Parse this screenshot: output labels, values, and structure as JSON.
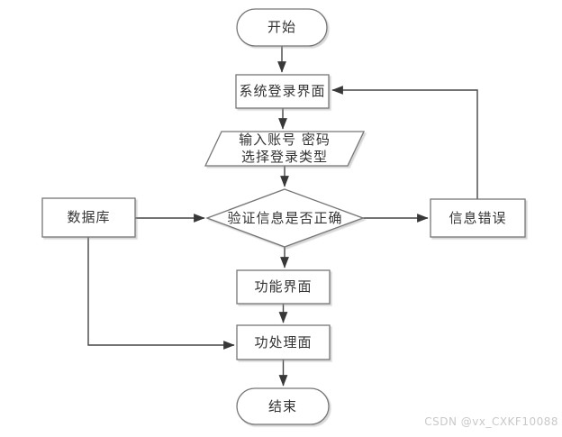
{
  "diagram": {
    "nodes": {
      "start": {
        "label": "开始",
        "shape": "terminator"
      },
      "login": {
        "label": "系统登录界面",
        "shape": "process"
      },
      "input": {
        "line1": "输入账号 密码",
        "line2": "选择登录类型",
        "shape": "input-output"
      },
      "verify": {
        "label": "验证信息是否正确",
        "shape": "decision"
      },
      "database": {
        "label": "数据库",
        "shape": "process"
      },
      "error": {
        "label": "信息错误",
        "shape": "process"
      },
      "function": {
        "label": "功能界面",
        "shape": "process"
      },
      "process": {
        "label": "功处理面",
        "shape": "process"
      },
      "end": {
        "label": "结束",
        "shape": "terminator"
      }
    },
    "edges": [
      {
        "from": "start",
        "to": "login"
      },
      {
        "from": "login",
        "to": "input"
      },
      {
        "from": "input",
        "to": "verify"
      },
      {
        "from": "database",
        "to": "verify"
      },
      {
        "from": "verify",
        "to": "error"
      },
      {
        "from": "error",
        "to": "login"
      },
      {
        "from": "verify",
        "to": "function"
      },
      {
        "from": "function",
        "to": "process"
      },
      {
        "from": "database",
        "to": "process"
      },
      {
        "from": "process",
        "to": "end"
      }
    ]
  },
  "watermark": {
    "text": "CSDN @vx_CXKF10088"
  },
  "colors": {
    "background": "#ffffff",
    "shape_fill": "#ffffff",
    "shape_border": "#767676",
    "connector": "#454545",
    "arrowhead": "#383838",
    "text": "#333333",
    "watermark": "#c9c9c9"
  }
}
